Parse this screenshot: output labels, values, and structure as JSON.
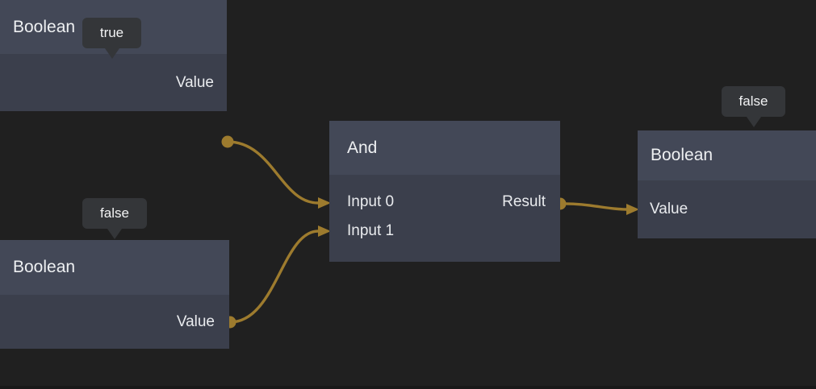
{
  "editor": {
    "type": "visual-logic-node-graph"
  },
  "colors": {
    "background": "#202020",
    "node_header": "#434857",
    "node_body": "#3b3f4c",
    "tooltip_bg": "#343639",
    "wire": "#9d7b2e",
    "text": "#eef0f2"
  },
  "nodes": [
    {
      "id": "boolean-1",
      "title": "Boolean",
      "tooltip": "true",
      "outputs": [
        {
          "label": "Value"
        }
      ]
    },
    {
      "id": "boolean-2",
      "title": "Boolean",
      "tooltip": "false",
      "outputs": [
        {
          "label": "Value"
        }
      ]
    },
    {
      "id": "and-1",
      "title": "And",
      "inputs": [
        {
          "label": "Input 0"
        },
        {
          "label": "Input 1"
        }
      ],
      "outputs": [
        {
          "label": "Result"
        }
      ]
    },
    {
      "id": "boolean-3",
      "title": "Boolean",
      "tooltip": "false",
      "inputs": [
        {
          "label": "Value"
        }
      ]
    }
  ],
  "connections": [
    {
      "from": "boolean-1.Value",
      "to": "and-1.Input 0"
    },
    {
      "from": "boolean-2.Value",
      "to": "and-1.Input 1"
    },
    {
      "from": "and-1.Result",
      "to": "boolean-3.Value"
    }
  ]
}
